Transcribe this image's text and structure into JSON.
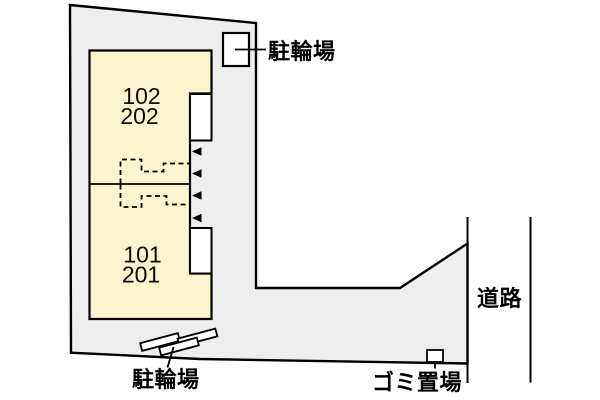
{
  "diagram": {
    "title": "site-plan",
    "units": [
      {
        "line1": "102",
        "line2": "202"
      },
      {
        "line1": "101",
        "line2": "201"
      }
    ],
    "labels": {
      "bicycle_top": "駐輪場",
      "bicycle_bottom": "駐輪場",
      "garbage": "ゴミ置場",
      "road": "道路"
    },
    "colors": {
      "site_fill": "#eeeeee",
      "building_fill": "#fbf5cf",
      "line": "#000000",
      "marker_fill": "#ffffff"
    }
  }
}
